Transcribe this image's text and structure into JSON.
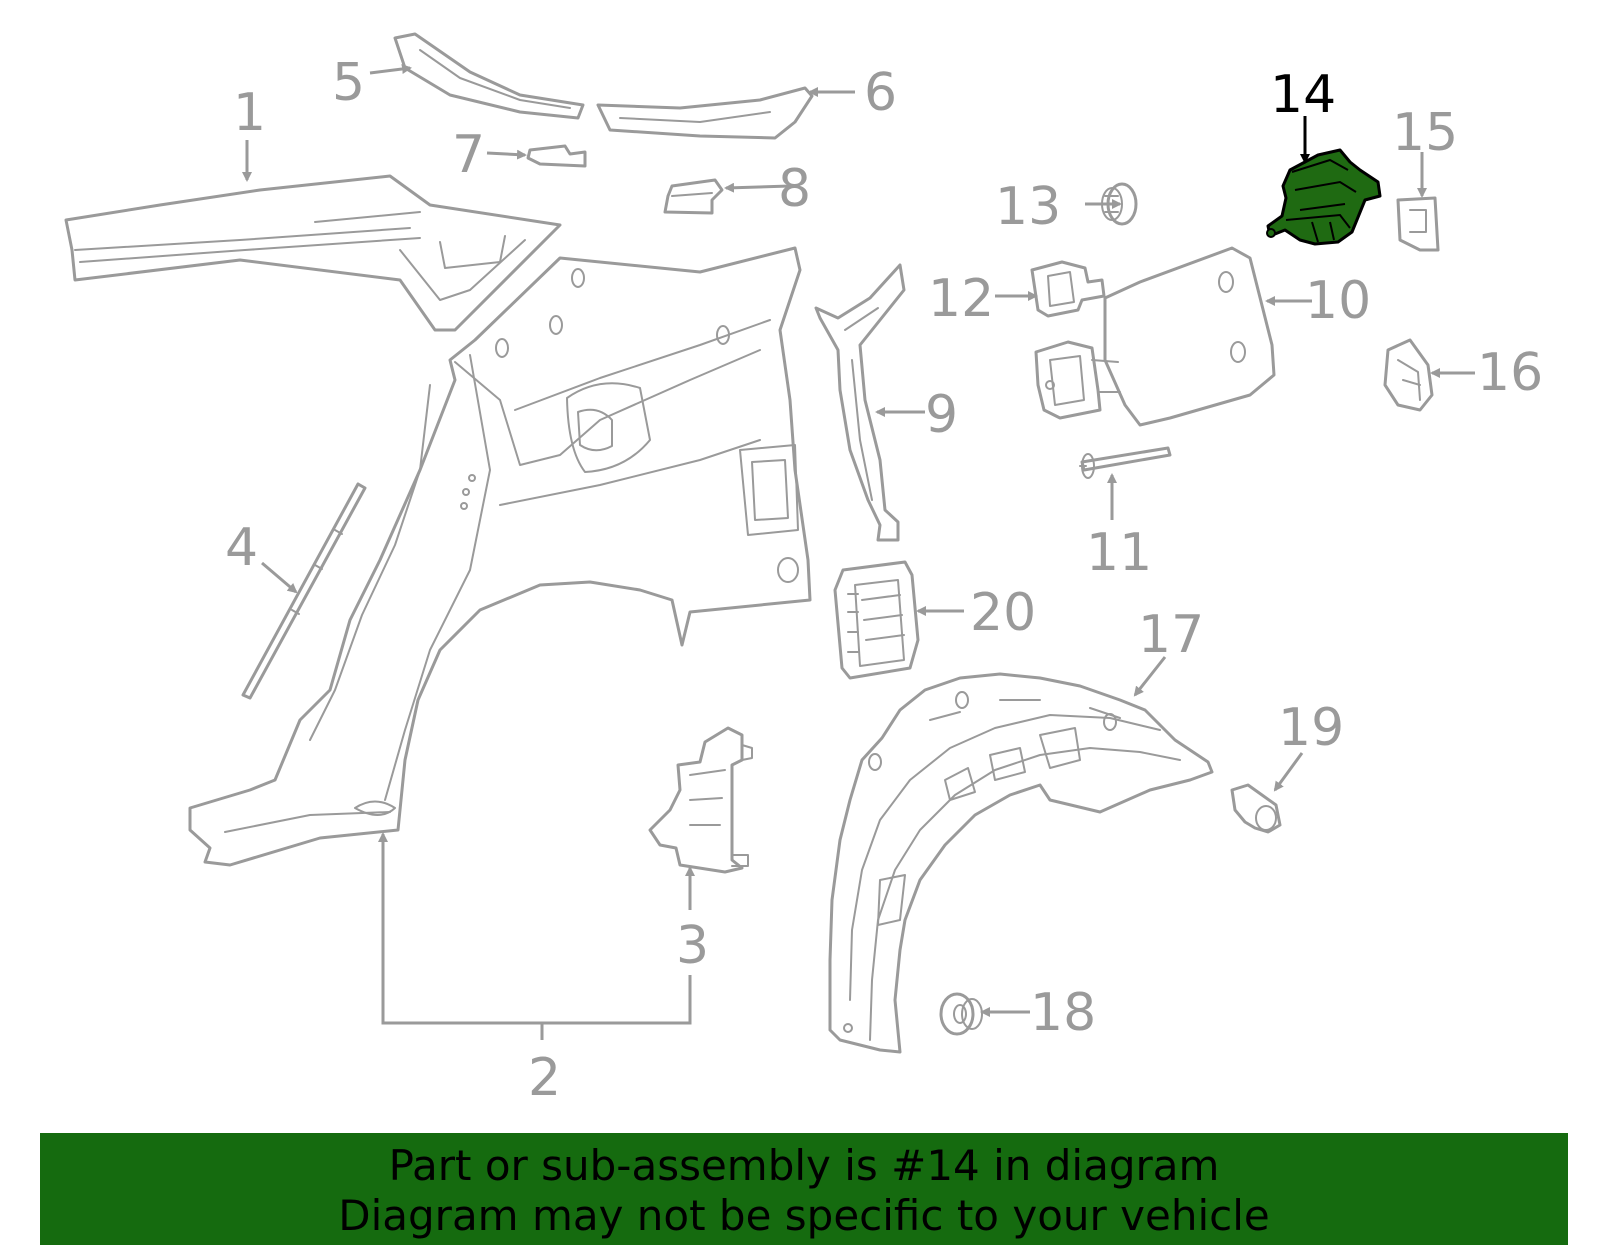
{
  "highlight_color": "#1f6a12",
  "part_color": "#9a9a9a",
  "banner_color": "#156b0f",
  "callouts": {
    "c1": "1",
    "c2": "2",
    "c3": "3",
    "c4": "4",
    "c5": "5",
    "c6": "6",
    "c7": "7",
    "c8": "8",
    "c9": "9",
    "c10": "10",
    "c11": "11",
    "c12": "12",
    "c13": "13",
    "c14": "14",
    "c15": "15",
    "c16": "16",
    "c17": "17",
    "c18": "18",
    "c19": "19",
    "c20": "20"
  },
  "banner": {
    "line1": "Part or sub-assembly is #14 in diagram",
    "line2": "Diagram may not be specific to your vehicle"
  }
}
